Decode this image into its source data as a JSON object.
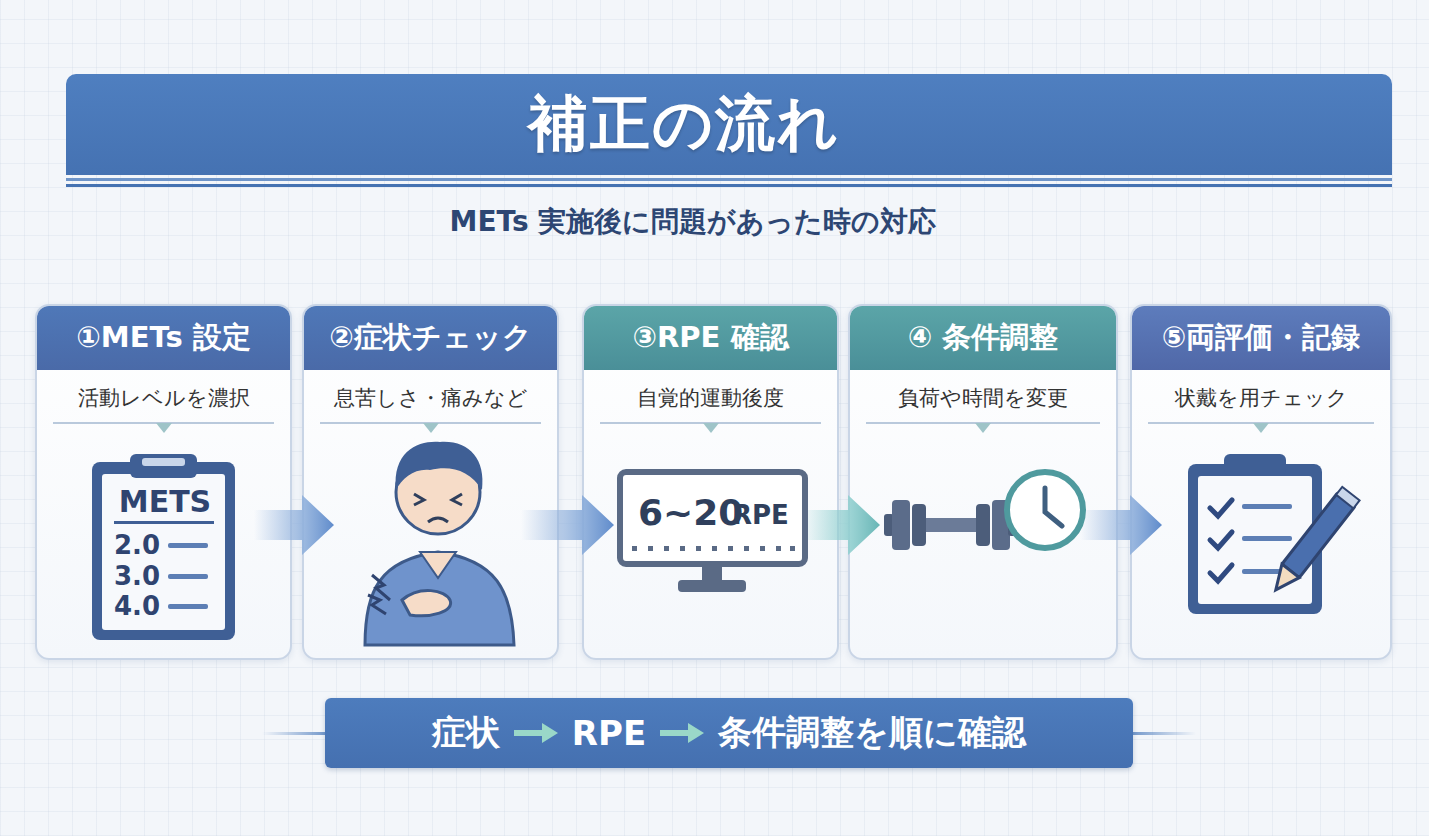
{
  "diagram": {
    "title": "補正の流れ",
    "nodes": [
      {
        "text": [
          "①METs 設定",
          "活動レベルを濃択"
        ]
      },
      {
        "text": [
          "②症状チェック",
          "息苦しさ・痛みなど"
        ]
      },
      {
        "text": [
          "③RPE 確認",
          "自覚的運動後度"
        ]
      },
      {
        "text": [
          "④ 条件調整",
          "負荷や時間を変更"
        ]
      },
      {
        "text": [
          "⑤両評価・記録",
          "状戴を用チェック"
        ]
      },
      {
        "text": [
          "症状",
          "RPE",
          "条件調整を順に確認"
        ]
      }
    ],
    "edges": [
      {
        "from": 0,
        "to": 1,
        "arrow": "to"
      },
      {
        "from": 1,
        "to": 2,
        "arrow": "to"
      },
      {
        "from": 2,
        "to": 3,
        "arrow": "to"
      },
      {
        "from": 3,
        "to": 4,
        "arrow": "to"
      }
    ],
    "labels": [
      "METs 実施後に問題があった時の対応",
      "METS",
      "2.0",
      "3.0",
      "4.0",
      "6~20",
      "RPE"
    ]
  }
}
